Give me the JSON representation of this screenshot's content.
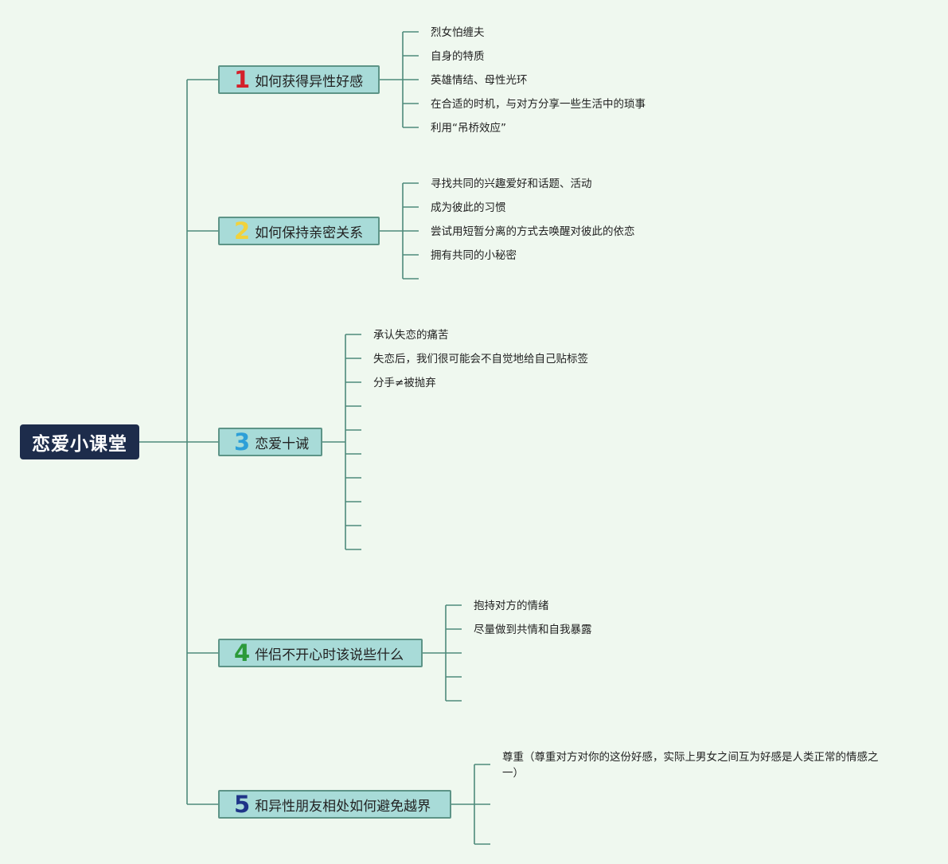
{
  "root": {
    "title": "恋爱小课堂"
  },
  "branches": [
    {
      "number": "1",
      "number_color": "#d4202a",
      "label": "如何获得异性好感",
      "items": [
        "烈女怕缠夫",
        "自身的特质",
        "英雄情结、母性光环",
        "在合适的时机，与对方分享一些生活中的琐事",
        "利用“吊桥效应”"
      ]
    },
    {
      "number": "2",
      "number_color": "#f2d23c",
      "label": "如何保持亲密关系",
      "items": [
        "寻找共同的兴趣爱好和话题、活动",
        "成为彼此的习惯",
        "尝试用短暂分离的方式去唤醒对彼此的依恋",
        "拥有共同的小秘密",
        ""
      ]
    },
    {
      "number": "3",
      "number_color": "#2d9fd8",
      "label": "恋爱十诫",
      "items": [
        "承认失恋的痛苦",
        "失恋后，我们很可能会不自觉地给自己贴标签",
        "分手≠被抛弃",
        "",
        "",
        "",
        "",
        "",
        "",
        ""
      ]
    },
    {
      "number": "4",
      "number_color": "#2c9a3a",
      "label": "伴侣不开心时该说些什么",
      "items": [
        "抱持对方的情绪",
        "尽量做到共情和自我暴露",
        "",
        "",
        ""
      ]
    },
    {
      "number": "5",
      "number_color": "#1f3488",
      "label": "和异性朋友相处如何避免越界",
      "items": [
        "尊重（尊重对方对你的这份好感，实际上男女之间互为好感是人类正常的情感之一）",
        "",
        ""
      ]
    }
  ],
  "colors": {
    "background": "#eff8ef",
    "root_bg": "#1d2c4b",
    "branch_bg": "#a8dbd8",
    "connector": "#4e8a7b"
  }
}
